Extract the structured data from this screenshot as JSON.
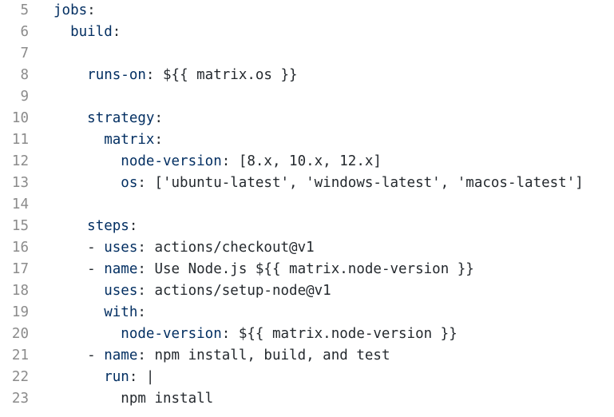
{
  "editor": {
    "lines": [
      {
        "no": "5",
        "indent": "",
        "dash": "",
        "key": "jobs",
        "sep": ":",
        "value": ""
      },
      {
        "no": "6",
        "indent": "  ",
        "dash": "",
        "key": "build",
        "sep": ":",
        "value": ""
      },
      {
        "no": "7",
        "indent": "",
        "dash": "",
        "key": "",
        "sep": "",
        "value": ""
      },
      {
        "no": "8",
        "indent": "    ",
        "dash": "",
        "key": "runs-on",
        "sep": ": ",
        "value": "${{ matrix.os }}"
      },
      {
        "no": "9",
        "indent": "",
        "dash": "",
        "key": "",
        "sep": "",
        "value": ""
      },
      {
        "no": "10",
        "indent": "    ",
        "dash": "",
        "key": "strategy",
        "sep": ":",
        "value": ""
      },
      {
        "no": "11",
        "indent": "      ",
        "dash": "",
        "key": "matrix",
        "sep": ":",
        "value": ""
      },
      {
        "no": "12",
        "indent": "        ",
        "dash": "",
        "key": "node-version",
        "sep": ": ",
        "value": "[8.x, 10.x, 12.x]"
      },
      {
        "no": "13",
        "indent": "        ",
        "dash": "",
        "key": "os",
        "sep": ": ",
        "value": "['ubuntu-latest', 'windows-latest', 'macos-latest']"
      },
      {
        "no": "14",
        "indent": "",
        "dash": "",
        "key": "",
        "sep": "",
        "value": ""
      },
      {
        "no": "15",
        "indent": "    ",
        "dash": "",
        "key": "steps",
        "sep": ":",
        "value": ""
      },
      {
        "no": "16",
        "indent": "    ",
        "dash": "- ",
        "key": "uses",
        "sep": ": ",
        "value": "actions/checkout@v1"
      },
      {
        "no": "17",
        "indent": "    ",
        "dash": "- ",
        "key": "name",
        "sep": ": ",
        "value": "Use Node.js ${{ matrix.node-version }}"
      },
      {
        "no": "18",
        "indent": "      ",
        "dash": "",
        "key": "uses",
        "sep": ": ",
        "value": "actions/setup-node@v1"
      },
      {
        "no": "19",
        "indent": "      ",
        "dash": "",
        "key": "with",
        "sep": ":",
        "value": ""
      },
      {
        "no": "20",
        "indent": "        ",
        "dash": "",
        "key": "node-version",
        "sep": ": ",
        "value": "${{ matrix.node-version }}"
      },
      {
        "no": "21",
        "indent": "    ",
        "dash": "- ",
        "key": "name",
        "sep": ": ",
        "value": "npm install, build, and test"
      },
      {
        "no": "22",
        "indent": "      ",
        "dash": "",
        "key": "run",
        "sep": ": ",
        "value": "|"
      },
      {
        "no": "23",
        "indent": "        ",
        "dash": "",
        "key": "",
        "sep": "",
        "value": "npm install"
      }
    ]
  },
  "colors": {
    "key": "#032f62",
    "text": "#24292e",
    "gutter": "#8b8b8b",
    "background": "#ffffff"
  }
}
